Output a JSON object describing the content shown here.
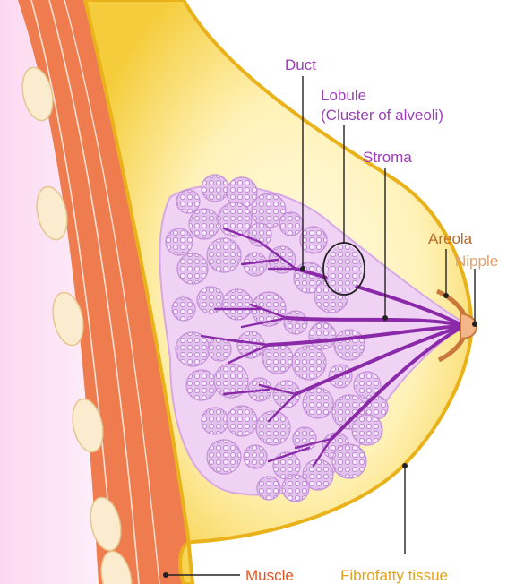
{
  "labels": {
    "duct": "Duct",
    "lobule": "Lobule",
    "lobule_sub": "(Cluster of alveoli)",
    "stroma": "Stroma",
    "areola": "Areola",
    "nipple": "Nipple",
    "muscle": "Muscle",
    "fibrofatty": "Fibrofatty tissue"
  },
  "colors": {
    "muscle": "#ef7c4e",
    "muscle_dark": "#d9541f",
    "fat": "#f6d24a",
    "fat_light": "#fff7cf",
    "gland": "#c98fd8",
    "gland_fill": "#e6c4ee",
    "duct": "#8a2aa8",
    "chest": "#fbe3f3",
    "nipple": "#f3b68a"
  }
}
